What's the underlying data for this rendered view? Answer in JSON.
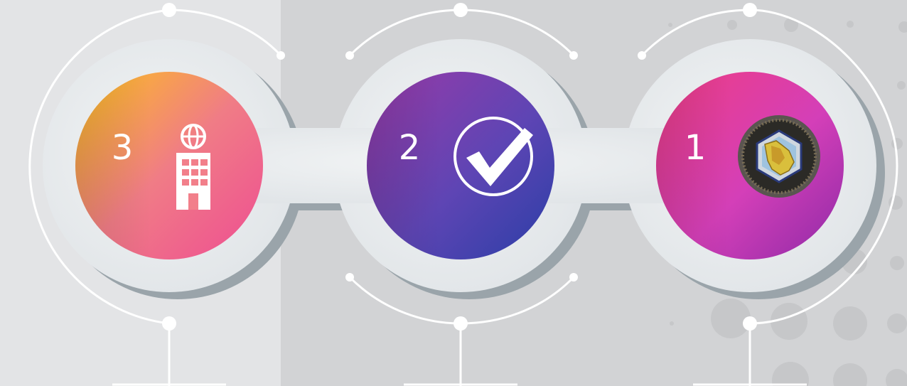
{
  "steps": [
    {
      "number": "3",
      "icon": "globe-building-icon",
      "gradient": [
        "#fdc21c",
        "#f07c86",
        "#ee4d92"
      ]
    },
    {
      "number": "2",
      "icon": "checkmark-circle-icon",
      "gradient": [
        "#9a3aa8",
        "#5e45b4",
        "#2a3ea6"
      ]
    },
    {
      "number": "1",
      "icon": "gcc-emblem-icon",
      "gradient": [
        "#ef3d82",
        "#d43fb8",
        "#8e2aa7"
      ]
    }
  ],
  "colors": {
    "background_left": "#e3e4e6",
    "background_right": "#d2d3d5",
    "ring": "#e8ebee",
    "ring_shadow": "#9aa4aa",
    "connector_line": "#ffffff"
  }
}
